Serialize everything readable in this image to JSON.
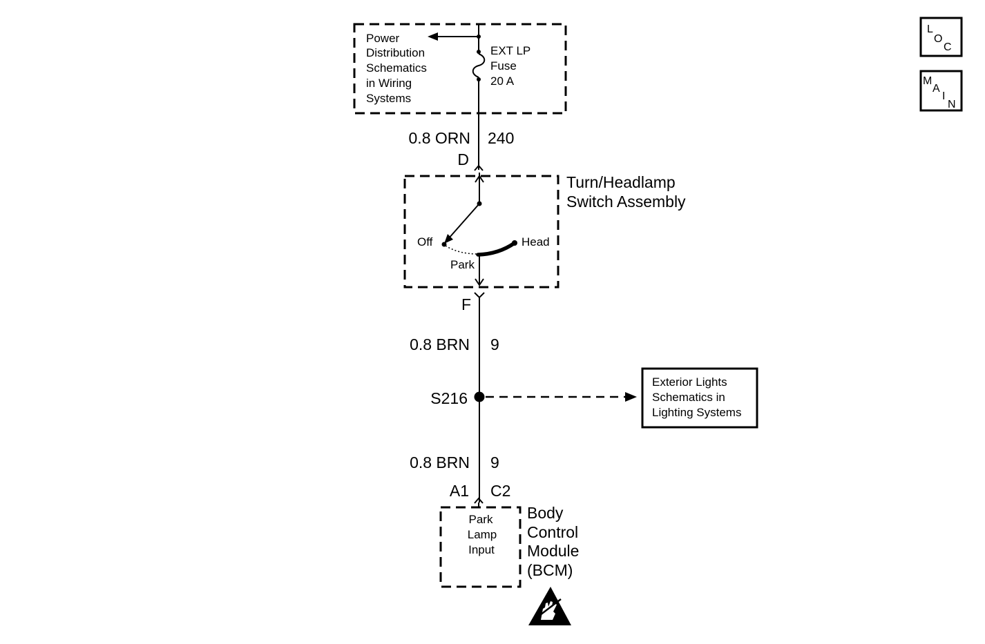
{
  "power_distribution": {
    "lines": [
      "Power",
      "Distribution",
      "Schematics",
      "in Wiring",
      "Systems"
    ]
  },
  "fuse": {
    "lines": [
      "EXT LP",
      "Fuse",
      "20 A"
    ]
  },
  "wire_upper": {
    "size_color": "0.8 ORN",
    "circuit": "240"
  },
  "connector_d": {
    "pin": "D"
  },
  "switch_assembly": {
    "title_lines": [
      "Turn/Headlamp",
      "Switch Assembly"
    ],
    "positions": {
      "off": "Off",
      "park": "Park",
      "head": "Head"
    }
  },
  "connector_f": {
    "pin": "F"
  },
  "wire_middle": {
    "size_color": "0.8 BRN",
    "circuit": "9"
  },
  "splice": {
    "id": "S216"
  },
  "exterior_lights_ref": {
    "lines": [
      "Exterior Lights",
      "Schematics in",
      "Lighting Systems"
    ]
  },
  "wire_lower": {
    "size_color": "0.8 BRN",
    "circuit": "9"
  },
  "bcm_connector": {
    "pin_left": "A1",
    "pin_right": "C2"
  },
  "bcm_input": {
    "lines": [
      "Park",
      "Lamp",
      "Input"
    ]
  },
  "bcm": {
    "lines": [
      "Body",
      "Control",
      "Module",
      "(BCM)"
    ]
  },
  "nav": {
    "loc_letters": [
      "L",
      "O",
      "C"
    ],
    "main_letters": [
      "M",
      "A",
      "I",
      "N"
    ]
  },
  "icons": {
    "esd": "esd-warning-icon",
    "loc": "loc-nav-icon",
    "main": "main-nav-icon"
  },
  "colors": {
    "ink": "#000000",
    "background": "#ffffff"
  }
}
